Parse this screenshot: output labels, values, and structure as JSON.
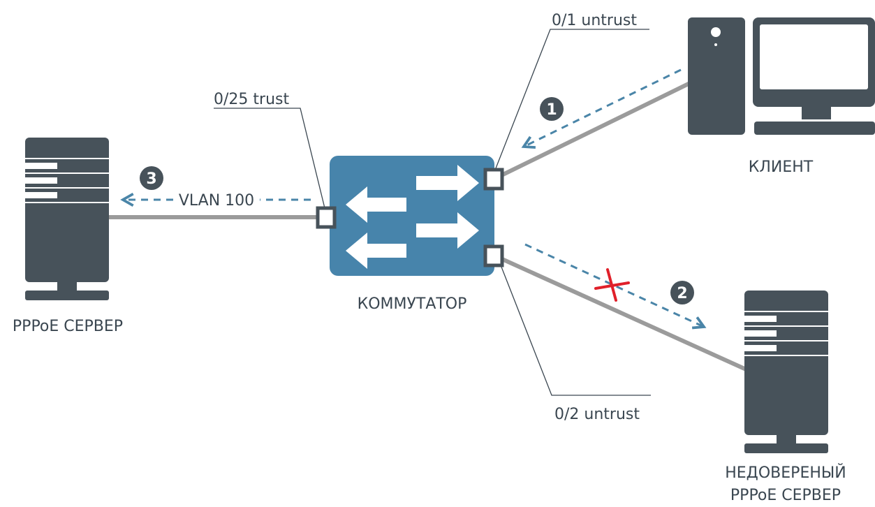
{
  "colors": {
    "device": "#47525a",
    "switch": "#4784ab",
    "link": "#9b9b9b",
    "flow": "#4a85a8",
    "leader": "#3a4650",
    "blocked": "#e0202a",
    "badge": "#47525a"
  },
  "labels": {
    "port_client": "0/1 untrust",
    "port_server": "0/25 trust",
    "port_rogue": "0/2 untrust",
    "vlan": "VLAN 100",
    "switch": "КОММУТАТОР",
    "client": "КЛИЕНТ",
    "server": "PPPoE СЕРВЕР",
    "rogue_line1": "НЕДОВЕРЕНЫЙ",
    "rogue_line2": "PPPoE СЕРВЕР"
  },
  "steps": [
    "1",
    "2",
    "3"
  ],
  "icons": {
    "server": "server-tower-icon",
    "client": "desktop-computer-icon",
    "switch": "network-switch-icon",
    "blocked": "blocked-x-icon"
  }
}
